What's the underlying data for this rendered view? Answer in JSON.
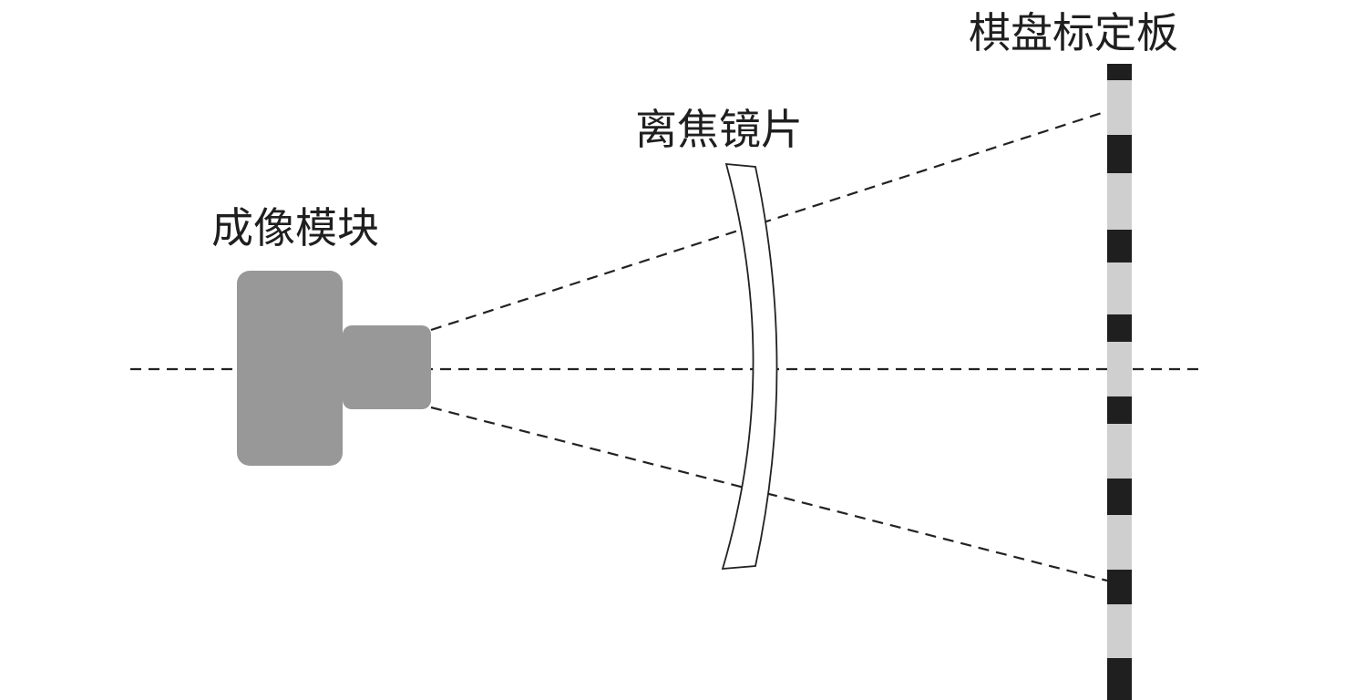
{
  "labels": {
    "imaging_module": "成像模块",
    "defocus_lens": "离焦镜片",
    "calibration_board": "棋盘标定板"
  },
  "colors": {
    "camera_body": "#989898",
    "board_dark": "#1f1f1f",
    "board_light": "#cfcfcf",
    "line": "#222222",
    "background": "#ffffff"
  }
}
